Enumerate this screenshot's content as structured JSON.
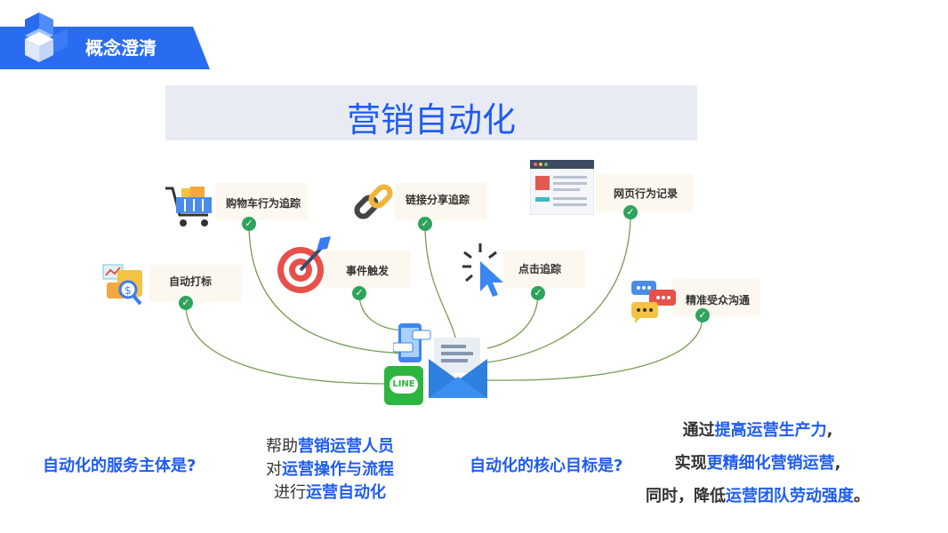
{
  "header": {
    "title": "概念澄清"
  },
  "main_title": "营销自动化",
  "nodes": [
    {
      "label": "购物车行为追踪",
      "icon": "shopping-cart-icon"
    },
    {
      "label": "链接分享追踪",
      "icon": "chain-link-icon"
    },
    {
      "label": "网页行为记录",
      "icon": "webpage-icon"
    },
    {
      "label": "事件触发",
      "icon": "target-icon"
    },
    {
      "label": "点击追踪",
      "icon": "cursor-click-icon"
    },
    {
      "label": "自动打标",
      "icon": "finance-tag-icon"
    },
    {
      "label": "精准受众沟通",
      "icon": "chat-bubbles-icon"
    }
  ],
  "hub_icons": [
    "mobile-phone-icon",
    "line-app-icon",
    "envelope-icon"
  ],
  "check_glyph": "✓",
  "q1": "自动化的服务主体是?",
  "a1": {
    "l1_pre": "帮助",
    "l1_hl": "营销运营人员",
    "l2_pre": "对",
    "l2_hl": "运营操作与流程",
    "l3_pre": "进行",
    "l3_hl": "运营自动化"
  },
  "q2": "自动化的核心目标是?",
  "a2": {
    "l1_pre": "通过",
    "l1_hl": "提高运营生产力",
    "l1_post": ",",
    "l2_pre": "实现",
    "l2_hl": "更精细化营销运营",
    "l2_post": ",",
    "l3_pre": "同时，降低",
    "l3_hl": "运营团队劳动强度",
    "l3_post": "。"
  },
  "line_logo_text": "LINE",
  "colors": {
    "accent": "#1f5cf2",
    "header": "#2a6cf0",
    "check": "#2fa35b",
    "line": "#7a9a52"
  }
}
